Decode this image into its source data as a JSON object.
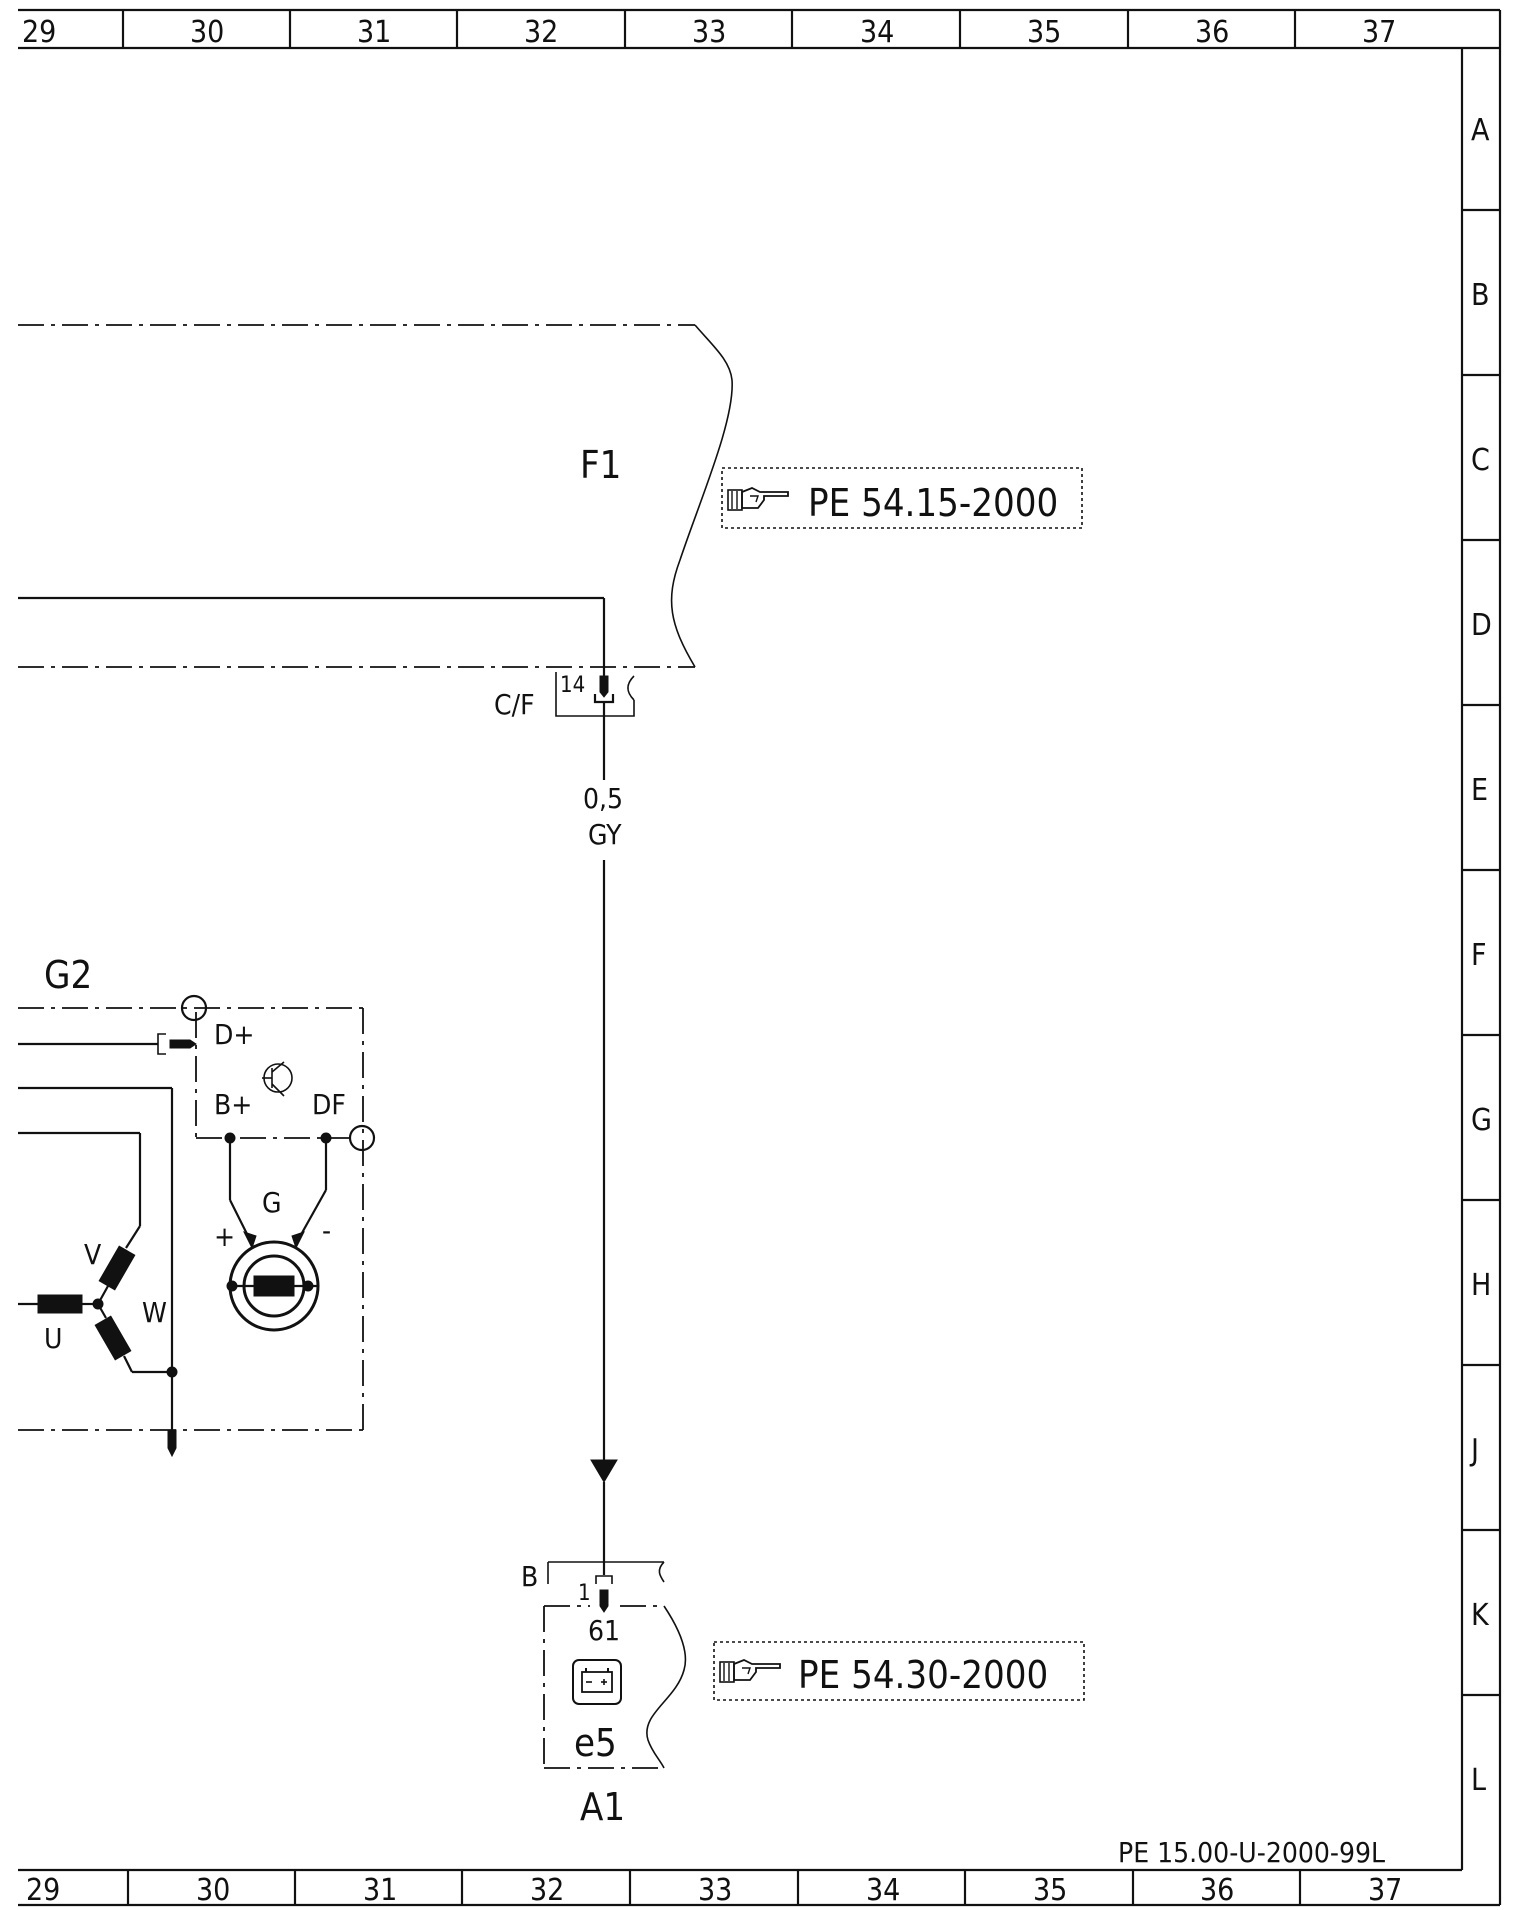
{
  "top_columns": [
    "29",
    "30",
    "31",
    "32",
    "33",
    "34",
    "35",
    "36",
    "37"
  ],
  "bottom_columns": [
    "29",
    "30",
    "31",
    "32",
    "33",
    "34",
    "35",
    "36",
    "37"
  ],
  "rows": [
    "A",
    "B",
    "C",
    "D",
    "E",
    "F",
    "G",
    "H",
    "J",
    "K",
    "L"
  ],
  "labels": {
    "f1": "F1",
    "ref_top": "PE  54.15-2000",
    "ref_bottom": "PE  54.30-2000",
    "cf": "C/F",
    "pin14": "14",
    "size": "0,5",
    "color": "GY",
    "g2": "G2",
    "dplus": "D+",
    "bplus": "B+",
    "df": "DF",
    "gen": "G",
    "plus": "+",
    "minus": "-",
    "v": "V",
    "u": "U",
    "w": "W",
    "b": "B",
    "pin1": "1",
    "pin61": "61",
    "e5": "e5",
    "a1": "A1",
    "doc_id": "PE  15.00-U-2000-99L"
  }
}
